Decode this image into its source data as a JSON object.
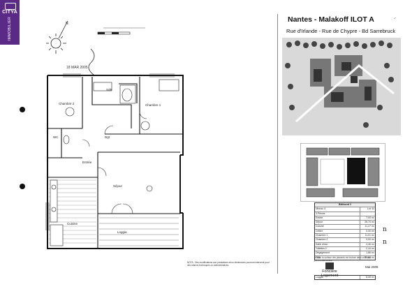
{
  "logo": {
    "name": "CITYA",
    "sub": "IMMOBILIER"
  },
  "header": {
    "title": "Nantes - Malakoff ILOT A",
    "subtitle": "Rue d'Irlande - Rue de Chypre - Bd Sarrebruck"
  },
  "plan": {
    "date_stamp": "18 MAR 2005",
    "rooms": {
      "chambre2": "Chambre 2",
      "chambre1": "Chambre 1",
      "sejour": "Séjour",
      "entree": "Entrée",
      "cuisine": "Cuisine",
      "loggia": "Loggia",
      "sdb": "SdB",
      "wc": "WC",
      "degagement": "Dgt"
    },
    "note": "NOTA : Des modifications aux prestations et/ou dimensions pourront intervenir pour des raisons techniques ou administratives."
  },
  "surface_table": {
    "header": "Bâtiment 2",
    "rows": [
      {
        "label": "Niveau 4",
        "value": "Lot 44"
      },
      {
        "label": "3 Pièces",
        "value": ""
      },
      {
        "label": "Entrée",
        "value": "7,00 m²"
      },
      {
        "label": "Séjour",
        "value": "25,70 m²"
      },
      {
        "label": "Cuisine",
        "value": "11,27 m²"
      },
      {
        "label": "Cellier",
        "value": "0,00 m²"
      },
      {
        "label": "Chambre 1",
        "value": "11,01 m²"
      },
      {
        "label": "Chambre 2",
        "value": "9,50 m²"
      },
      {
        "label": "Salle d'eau",
        "value": "4,46 m²"
      },
      {
        "label": "Toilettes 2",
        "value": "2,44 m²"
      },
      {
        "label": "Dégagement",
        "value": "1,66 m²"
      },
      {
        "label": "Total",
        "value": "73,62 m²"
      }
    ],
    "note": "NOTA : la surface des placards est incluse dans celle des pièces attenantes.",
    "loggia_label": "Loggia",
    "loggia_value": "8,08 m²"
  },
  "footer": {
    "brand_line1": "Foncière",
    "brand_line2": "Logement",
    "date": "Mai 2005"
  },
  "handwritten": {
    "mark1": "n",
    "mark2": "n"
  },
  "colors": {
    "logo": "#5b2a86"
  }
}
